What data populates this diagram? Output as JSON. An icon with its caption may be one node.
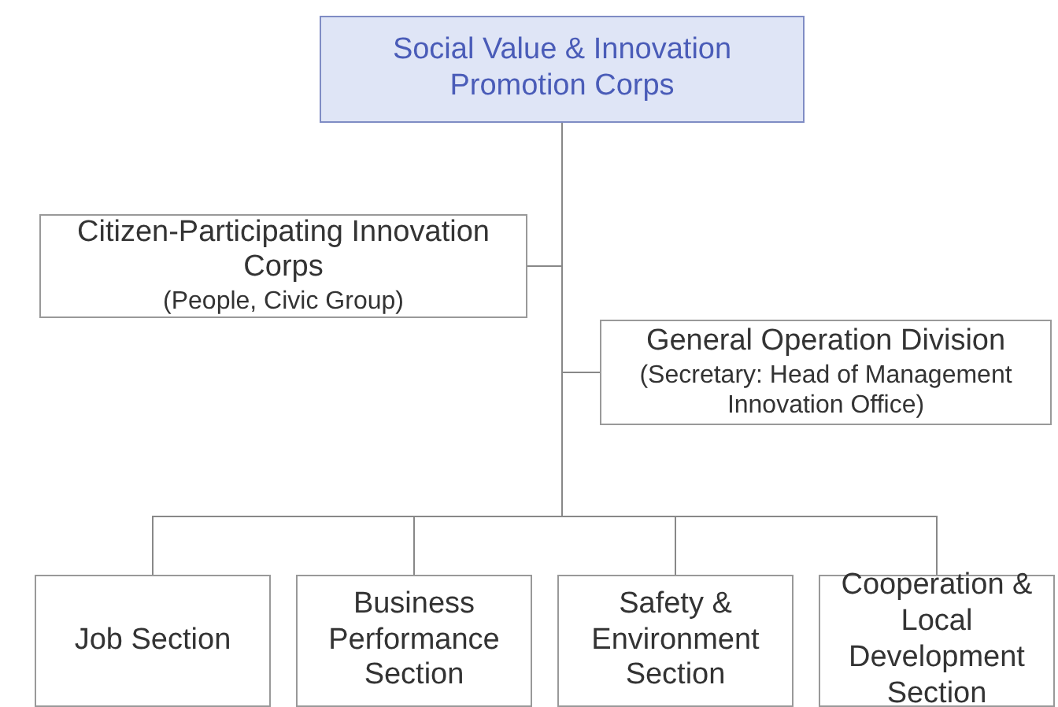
{
  "diagram": {
    "nodes": [
      {
        "text": [
          "Social Value & Innovation Promotion Corps"
        ]
      },
      {
        "text": [
          "Citizen-Participating Innovation Corps",
          "(People, Civic Group)"
        ]
      },
      {
        "text": [
          "General Operation Division",
          "(Secretary: Head of Management Innovation Office)"
        ]
      },
      {
        "text": [
          "Job Section"
        ]
      },
      {
        "text": [
          "Business Performance Section"
        ]
      },
      {
        "text": [
          "Safety & Environment Section"
        ]
      },
      {
        "text": [
          "Cooperation & Local Development Section"
        ]
      }
    ],
    "edges": [
      {
        "from": 0,
        "to": 1,
        "arrow": "none"
      },
      {
        "from": 0,
        "to": 2,
        "arrow": "none"
      },
      {
        "from": 0,
        "to": 3,
        "arrow": "none"
      },
      {
        "from": 0,
        "to": 4,
        "arrow": "none"
      },
      {
        "from": 0,
        "to": 5,
        "arrow": "none"
      },
      {
        "from": 0,
        "to": 6,
        "arrow": "none"
      }
    ]
  }
}
